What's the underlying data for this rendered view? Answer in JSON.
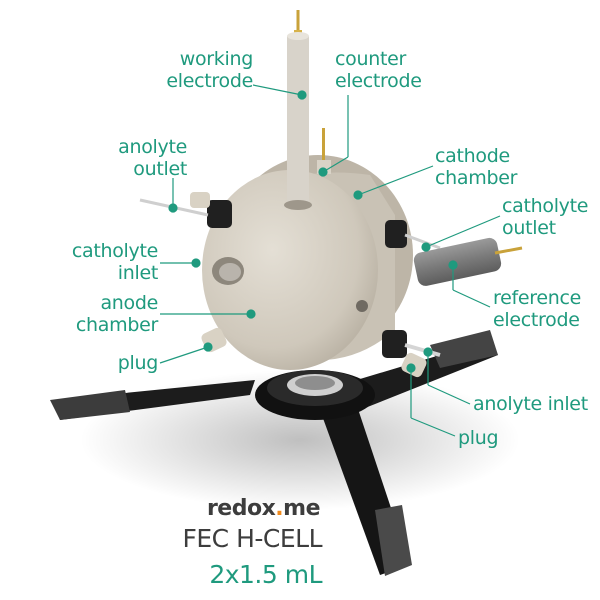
{
  "diagram": {
    "accent_color": "#1f9a7e",
    "labels": {
      "working_electrode": [
        "working",
        "electrode"
      ],
      "counter_electrode": [
        "counter",
        "electrode"
      ],
      "anolyte_outlet": [
        "anolyte",
        "outlet"
      ],
      "cathode_chamber": [
        "cathode",
        "chamber"
      ],
      "catholyte_outlet": [
        "catholyte",
        "outlet"
      ],
      "catholyte_inlet": [
        "catholyte",
        "inlet"
      ],
      "anode_chamber": [
        "anode",
        "chamber"
      ],
      "reference_electrode": [
        "reference",
        "electrode"
      ],
      "plug_left": "plug",
      "anolyte_inlet": "anolyte inlet",
      "plug_right": "plug"
    }
  },
  "branding": {
    "logo_prefix": "redox",
    "logo_dot": ".",
    "logo_suffix": "me",
    "logo_dot_color": "#f08a1c",
    "product_name": "FEC H-CELL",
    "volume": "2x1.5 mL"
  }
}
